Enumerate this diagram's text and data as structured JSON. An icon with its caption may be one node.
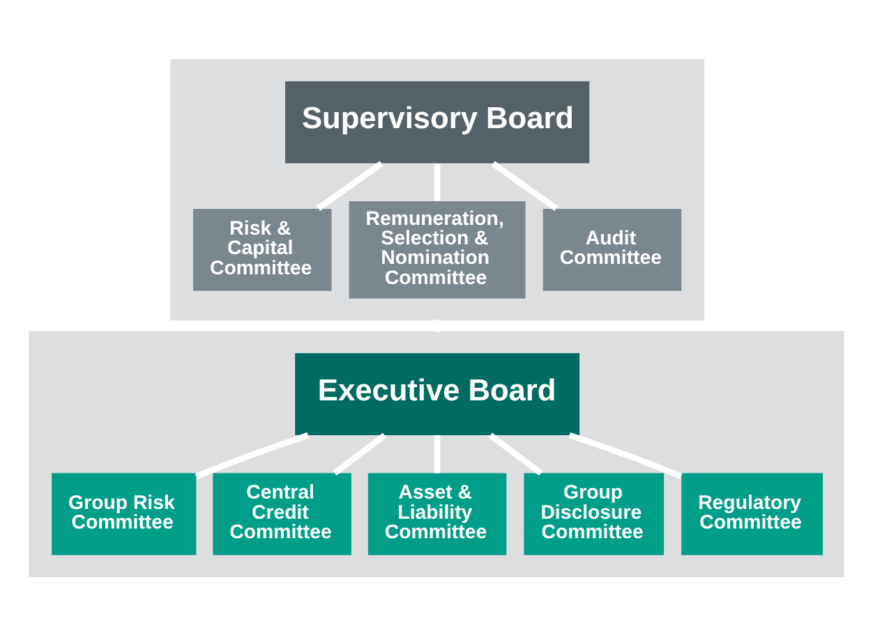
{
  "diagram": {
    "nodes": [
      {
        "text": [],
        "shape": "box"
      },
      {
        "text": [
          "Supervisory Board"
        ],
        "in": 0
      },
      {
        "text": [
          "Risk & Capital Committee"
        ],
        "in": 0
      },
      {
        "text": [
          "Remuneration, Selection & Nomination Committee"
        ],
        "in": 0
      },
      {
        "text": [
          "Audit Committee"
        ],
        "in": 0
      },
      {
        "text": [],
        "shape": "box"
      },
      {
        "text": [
          "Executive Board"
        ],
        "in": 5
      },
      {
        "text": [
          "Group Risk Committee"
        ],
        "in": 5
      },
      {
        "text": [
          "Central Credit Committee"
        ],
        "in": 5
      },
      {
        "text": [
          "Asset & Liability Committee"
        ],
        "in": 5
      },
      {
        "text": [
          "Group Disclosure Committee"
        ],
        "in": 5
      },
      {
        "text": [
          "Regulatory Committee"
        ],
        "in": 5
      }
    ],
    "edges": [
      {
        "from": 1,
        "to": 2,
        "arrow": "none"
      },
      {
        "from": 1,
        "to": 3,
        "arrow": "none"
      },
      {
        "from": 1,
        "to": 4,
        "arrow": "none"
      },
      {
        "from": 0,
        "to": 5,
        "arrow": "none"
      },
      {
        "from": 6,
        "to": 7,
        "arrow": "none"
      },
      {
        "from": 6,
        "to": 8,
        "arrow": "none"
      },
      {
        "from": 6,
        "to": 9,
        "arrow": "none"
      },
      {
        "from": 6,
        "to": 10,
        "arrow": "none"
      },
      {
        "from": 6,
        "to": 11,
        "arrow": "none"
      }
    ]
  }
}
